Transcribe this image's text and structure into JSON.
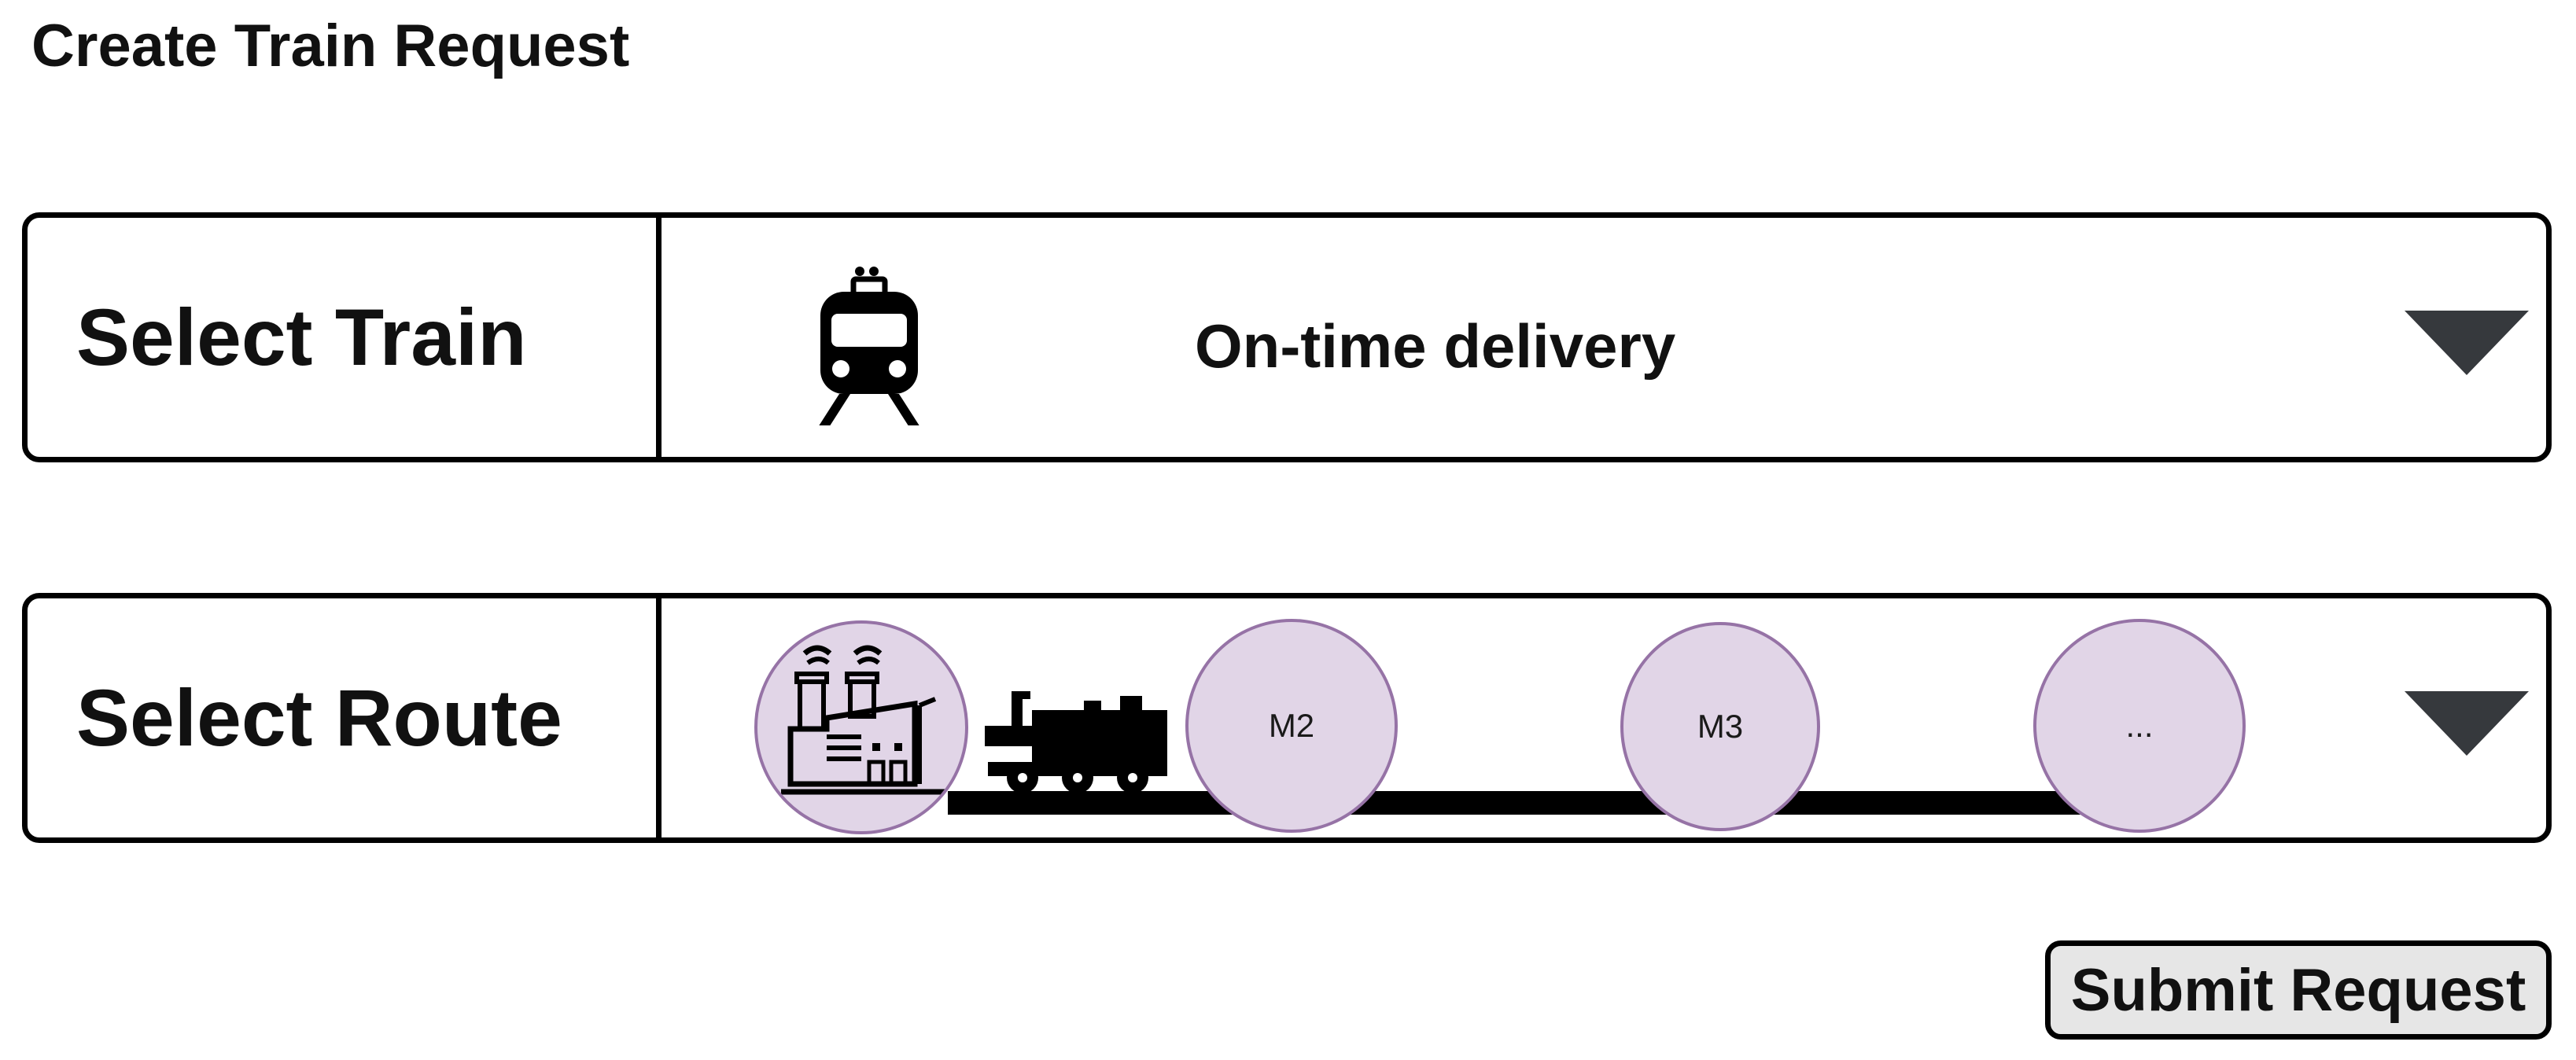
{
  "page": {
    "title": "Create Train Request"
  },
  "train_selector": {
    "label": "Select Train",
    "icon": "train-front-icon",
    "selected_value": "On-time delivery",
    "dropdown_icon": "caret-down-icon"
  },
  "route_selector": {
    "label": "Select Route",
    "start_icon": "factory-icon",
    "vehicle_icon": "locomotive-icon",
    "stops": [
      {
        "label": "M2"
      },
      {
        "label": "M3"
      },
      {
        "label": "..."
      }
    ],
    "dropdown_icon": "caret-down-icon"
  },
  "actions": {
    "submit_label": "Submit Request"
  },
  "colors": {
    "stop_fill": "#e1d5e7",
    "stop_border": "#9673a6",
    "dropdown_arrow": "#36393d",
    "button_fill": "#e6e6e6"
  }
}
